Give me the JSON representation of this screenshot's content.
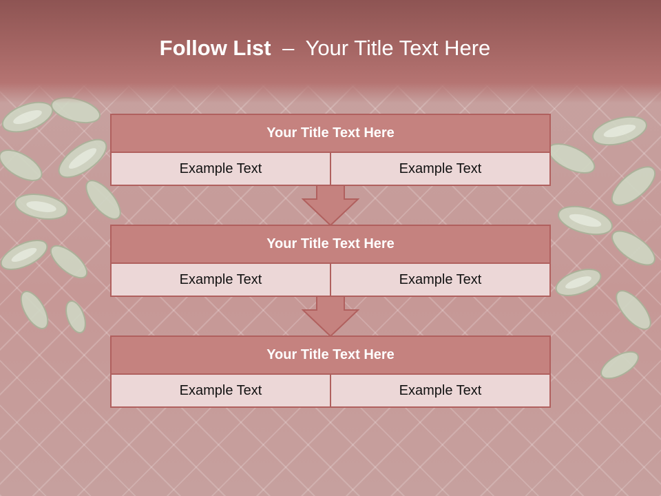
{
  "header": {
    "title_main": "Follow List",
    "title_sep": "–",
    "title_sub": "Your Title Text Here"
  },
  "steps": [
    {
      "title": "Your Title Text Here",
      "left": "Example Text",
      "right": "Example Text"
    },
    {
      "title": "Your Title Text Here",
      "left": "Example Text",
      "right": "Example Text"
    },
    {
      "title": "Your Title Text Here",
      "left": "Example Text",
      "right": "Example Text"
    }
  ],
  "colors": {
    "header_band": "#a46563",
    "box_fill": "#c5827f",
    "box_border": "#b0605e",
    "cell_fill": "#ecd7d7",
    "arrow_fill": "#c5827f"
  },
  "icons": [
    "down-arrow-icon",
    "hosta-plant-decoration"
  ]
}
